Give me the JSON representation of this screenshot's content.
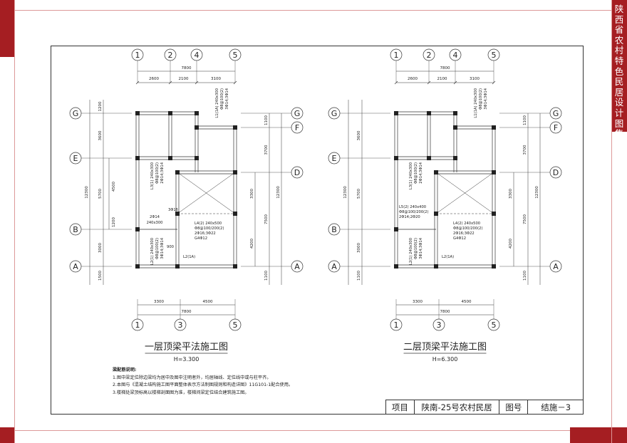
{
  "side_title": "陕西省农村特色民居设计图集",
  "plans": [
    {
      "title": "一层顶梁平法施工图",
      "elevation": "H=3.300",
      "top_grids": [
        "1",
        "2",
        "4",
        "5"
      ],
      "bottom_grids": [
        "1",
        "3",
        "5"
      ],
      "left_grids": [
        "G",
        "E",
        "B",
        "A"
      ],
      "right_grids": [
        "G",
        "F",
        "D",
        "A"
      ],
      "top_dims": {
        "total": "7800",
        "segs": [
          "2600",
          "2100",
          "3100"
        ]
      },
      "bottom_dims": {
        "total": "7800",
        "segs": [
          "3300",
          "4500"
        ]
      },
      "left_dims": {
        "total": "12300",
        "segs": [
          "1200",
          "3600",
          "5700",
          "3000",
          "1500"
        ],
        "inner": [
          "4500",
          "1200"
        ]
      },
      "right_dims": {
        "total": "12300",
        "segs": [
          "1100",
          "3700",
          "7500",
          "1100"
        ],
        "inner": [
          "3300",
          "4200"
        ]
      },
      "beams": {
        "l1": [
          "L1(1A) 240x300",
          "Φ8@100(2)",
          "3Φ14;3Φ14"
        ],
        "l3": [
          "L3(1) 240x300",
          "Φ8@100(2)",
          "2Φ14;3Φ14"
        ],
        "l4": [
          "L4(2) 240x500",
          "Φ8@100/200(2)",
          "2Φ16;3Φ22",
          "G4Φ12"
        ],
        "l2": [
          "L2(1) 240x300",
          "Φ8@100(2)",
          "3Φ14;3Φ14"
        ],
        "l2a": "L2(1A)",
        "extra": [
          "2Φ14",
          "240x300",
          "3Φ16",
          "900"
        ]
      }
    },
    {
      "title": "二层顶梁平法施工图",
      "elevation": "H=6.300",
      "top_grids": [
        "1",
        "2",
        "4",
        "5"
      ],
      "bottom_grids": [
        "1",
        "3",
        "5"
      ],
      "left_grids": [
        "G",
        "E",
        "B",
        "A"
      ],
      "right_grids": [
        "G",
        "F",
        "D",
        "A"
      ],
      "top_dims": {
        "total": "7800",
        "segs": [
          "2600",
          "2100",
          "3100"
        ]
      },
      "bottom_dims": {
        "total": "7800",
        "segs": [
          "3300",
          "4500"
        ]
      },
      "left_dims": {
        "total": "12300",
        "segs": [
          "3600",
          "5700",
          "3000",
          "1100"
        ],
        "inner": []
      },
      "right_dims": {
        "total": "12300",
        "segs": [
          "1100",
          "3700",
          "7500",
          "1100"
        ],
        "inner": [
          "3300",
          "4200"
        ]
      },
      "beams": {
        "l1": [
          "L1(1A) 240x300",
          "Φ8@100(2)",
          "3Φ14;3Φ14"
        ],
        "l3": [
          "L3(1) 240x300",
          "Φ8@100(2)",
          "2Φ14;3Φ14"
        ],
        "l5": [
          "L5(2) 240x400",
          "Φ8@100/200(2)",
          "2Φ14;2Φ20"
        ],
        "l4": [
          "L4(2) 240x500",
          "Φ8@100/200(2)",
          "2Φ16;3Φ22",
          "G4Φ12"
        ],
        "l2": [
          "L2(1) 240x300",
          "Φ8@100(2)",
          "3Φ14;3Φ14"
        ],
        "l2a": "L2(1A)"
      }
    }
  ],
  "notes": {
    "heading": "梁配筋说明:",
    "lines": [
      "1.图中梁定位除边梁均为居中及图中注明者外，均居轴线、定位线中或与柱平齐。",
      "2.本图与《混凝土结构施工图平面整体表示方法制图规则和构造详图》11G101-1配合使用。",
      "3.楼梯处梁顶标高以楼梯剖面图为准，楼梯间梁定位结合建筑施工图。"
    ]
  },
  "title_block": {
    "project_label": "项目",
    "project_value": "陕南-25号农村民居",
    "drawing_label": "图号",
    "drawing_value": "结施－3"
  }
}
